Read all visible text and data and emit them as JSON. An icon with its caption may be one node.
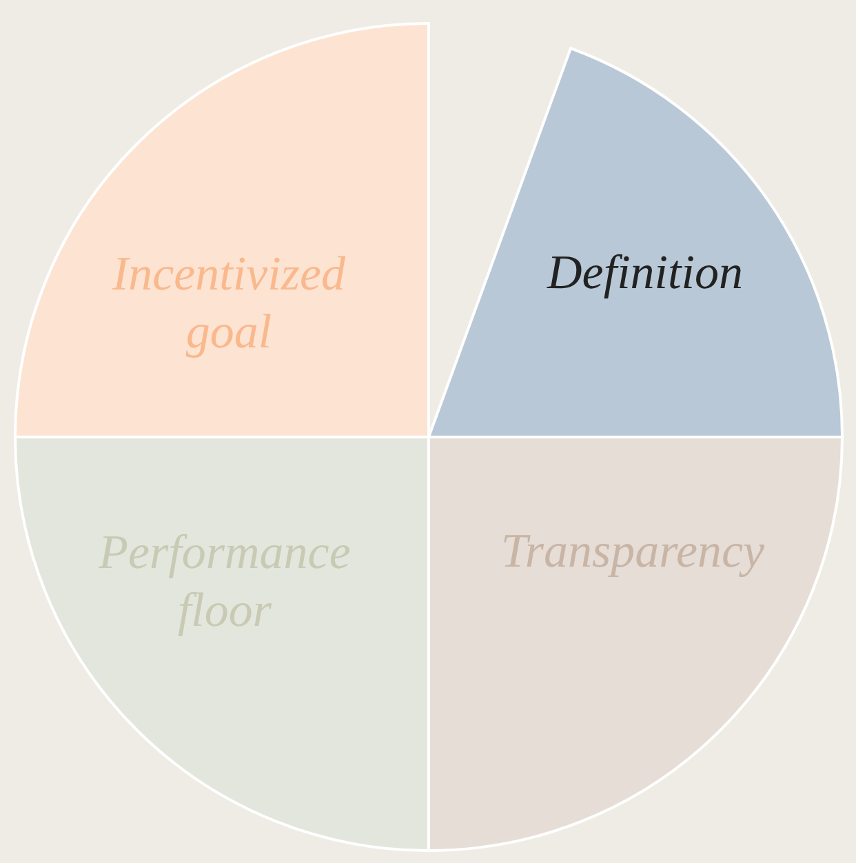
{
  "diagram": {
    "nodes": [
      {
        "text": [
          "Incentivized goal"
        ]
      },
      {
        "text": [
          "Definition"
        ]
      },
      {
        "text": [
          "Performance floor"
        ]
      },
      {
        "text": [
          "Transparency"
        ]
      }
    ]
  }
}
